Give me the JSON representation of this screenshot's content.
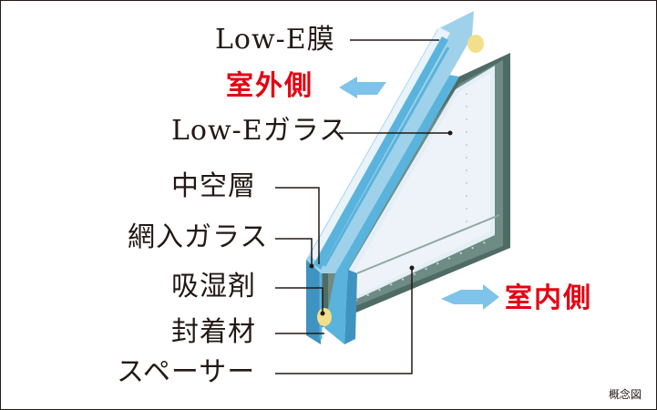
{
  "labels": {
    "low_e_film": "Low-E膜",
    "low_e_glass": "Low-Eガラス",
    "hollow_layer": "中空層",
    "wired_glass": "網入ガラス",
    "desiccant": "吸湿剤",
    "sealant": "封着材",
    "spacer": "スペーサー"
  },
  "sides": {
    "outdoor": "室外側",
    "indoor": "室内側"
  },
  "note": "概念図",
  "colors": {
    "side_text": "#e60012",
    "arrow": "#7ec3ea",
    "glass_edge": "#5ab3dc",
    "glass_face": "#e4eef7",
    "frame_dark": "#4f6b66",
    "frame_mid": "#6e8b84",
    "line": "#231815"
  }
}
